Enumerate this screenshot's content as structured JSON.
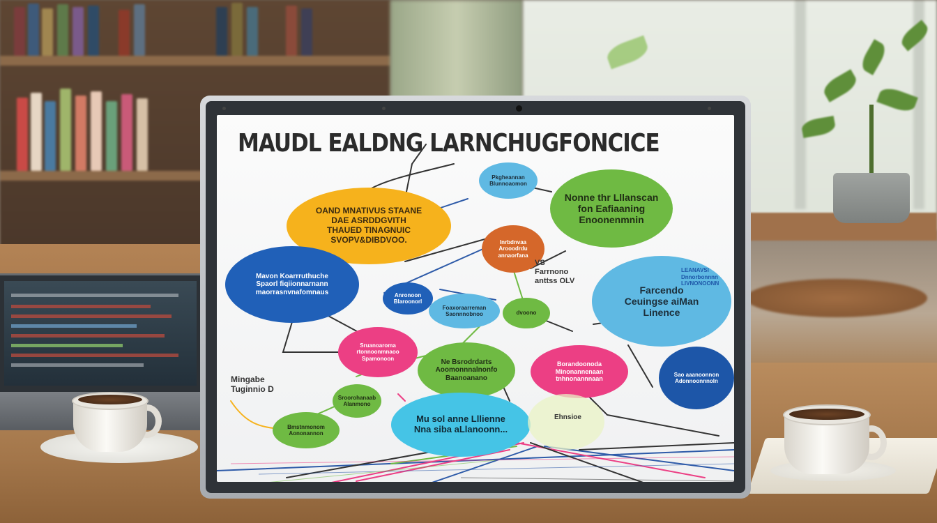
{
  "board": {
    "title": "MAUDL EALDNG LARNCHUGFONCICE"
  },
  "bubbles": [
    {
      "id": "orange-top",
      "text": "OAND MNATIVUS STAANE\nDAE ASRDDGVITH\nTHAUED TINAGNUIC\nSVOPV&DIBDVOO."
    },
    {
      "id": "green-top-right",
      "text": "Nonne thr Lllanscan\nfon Eafiaaning\nEnoonenmnin"
    },
    {
      "id": "blue-left",
      "text": "Mavon Koarrruthuche\nSpaorl fiqiionnarnann\nmaorrasnvnafomnaus"
    },
    {
      "id": "lightblue-right",
      "text": "Farcendo\nCeuingse aiMan\nLinence"
    },
    {
      "id": "orange-mid",
      "text": "Inrbdnvaa\nArooodrdu\nannaorfana"
    },
    {
      "id": "lightblue-top",
      "text": "Pkgheannan\nBlunnoaomon"
    },
    {
      "id": "darkblue-small",
      "text": "Anronoon\nBlaroonorl"
    },
    {
      "id": "lightblue-mid",
      "text": "Foaxoraarreman\nSaonnnobnoo"
    },
    {
      "id": "green-small-center",
      "text": "dvoono"
    },
    {
      "id": "pink-left",
      "text": "Sruanoaroma\nrtonnoonmnaoo\nSpamonoon"
    },
    {
      "id": "green-center",
      "text": "Ne Bsrodrdarts\nAoomonnnalnonfo\nBaanoanano"
    },
    {
      "id": "pink-right",
      "text": "Borandoonoda\nMinonannenaan\ntnhnonannnaan"
    },
    {
      "id": "green-small-left",
      "text": "Sroorohanaab\nAlanmono"
    },
    {
      "id": "green-bottom-left",
      "text": "Bmstnmonom\nAononannon"
    },
    {
      "id": "cyan-bottom",
      "text": "Mu sol anne Lllienne\nNna siba aLlanoonn..."
    },
    {
      "id": "navy-right",
      "text": "Sao aaanoonnon\nAdonnoonnnoln"
    }
  ],
  "free_labels": [
    {
      "id": "label-vs",
      "text": "VS\nFarrnono\nanttss OLV"
    },
    {
      "id": "label-left",
      "text": "Mingabe\nTuginnio D"
    },
    {
      "id": "label-bottom",
      "text": "Ehnsioe"
    },
    {
      "id": "label-right",
      "text": "LEANAVSI\nDnnorbonnnn\nLIVNONOONN"
    }
  ],
  "colors": {
    "orange": "#f6b21c",
    "green": "#6fba43",
    "blue": "#2060b8",
    "light_blue": "#5fb9e3",
    "pink": "#ec3f84",
    "rust": "#d5672a",
    "cyan": "#45c4e6",
    "navy": "#1d56a8"
  }
}
